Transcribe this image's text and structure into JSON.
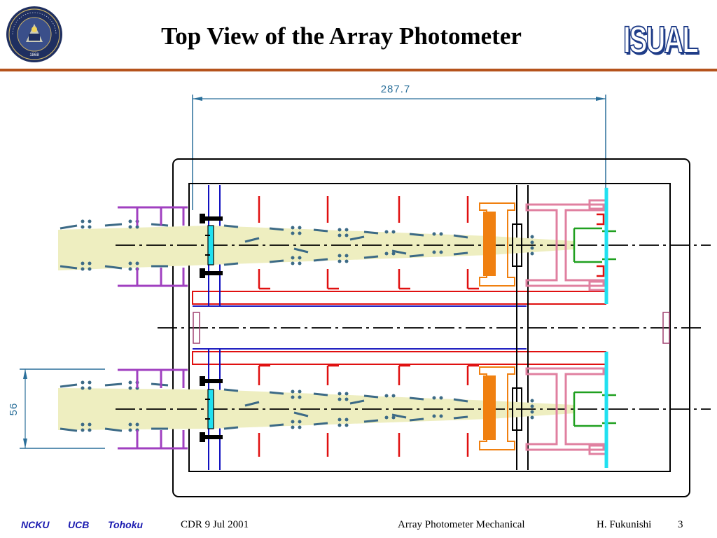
{
  "slide": {
    "title": "Top View of the Array Photometer",
    "logo_text": "ISUAL",
    "seal_text": "THE UNIVERSITY OF CALIFORNIA",
    "seal_year": "1868"
  },
  "drawing": {
    "dim_width_label": "287.7",
    "dim_height_label": "56"
  },
  "footer": {
    "org1": "NCKU",
    "org2": "UCB",
    "org3": "Tohoku",
    "date": "CDR  9 Jul 2001",
    "subject": "Array Photometer Mechanical",
    "author": "H. Fukunishi",
    "page": "3"
  },
  "colors": {
    "accent_rule": "#b5531c",
    "org_text": "#1a1ab0",
    "dimension": "#2a6f9a",
    "beam": "#eeeec0",
    "holder": "#a040c0",
    "baffle": "#e01010",
    "filter": "#f08010",
    "detector_mount": "#e080a0",
    "detector": "#20c020",
    "focal_plane": "#20e0f0",
    "slit_bars": "#1010c0"
  }
}
